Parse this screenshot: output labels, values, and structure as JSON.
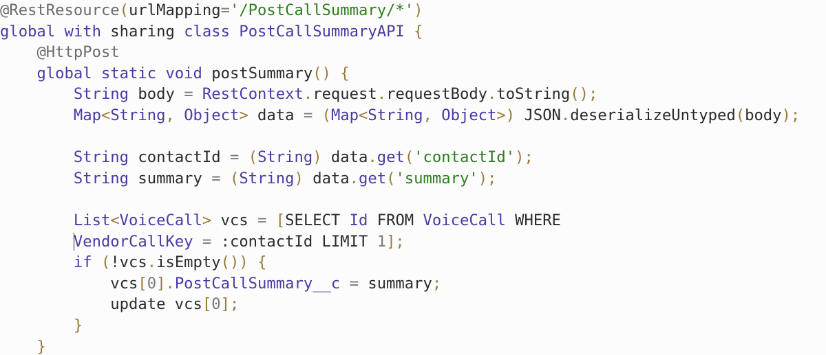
{
  "code": {
    "lines": [
      [
        [
          "anno",
          "@RestResource"
        ],
        [
          "punc",
          "("
        ],
        [
          "id",
          "urlMapping"
        ],
        [
          "op",
          "="
        ],
        [
          "str",
          "'/PostCallSummary/*'"
        ],
        [
          "punc",
          ")"
        ]
      ],
      [
        [
          "kw",
          "global"
        ],
        [
          "id",
          " "
        ],
        [
          "kw",
          "with"
        ],
        [
          "id",
          " sharing "
        ],
        [
          "kw",
          "class"
        ],
        [
          "id",
          " "
        ],
        [
          "type",
          "PostCallSummaryAPI"
        ],
        [
          "id",
          " "
        ],
        [
          "punc",
          "{"
        ]
      ],
      [
        [
          "id",
          "    "
        ],
        [
          "anno",
          "@HttpPost"
        ]
      ],
      [
        [
          "id",
          "    "
        ],
        [
          "kw",
          "global"
        ],
        [
          "id",
          " "
        ],
        [
          "kw",
          "static"
        ],
        [
          "id",
          " "
        ],
        [
          "kw",
          "void"
        ],
        [
          "id",
          " postSummary"
        ],
        [
          "punc",
          "()"
        ],
        [
          "id",
          " "
        ],
        [
          "punc",
          "{"
        ]
      ],
      [
        [
          "id",
          "        "
        ],
        [
          "type",
          "String"
        ],
        [
          "id",
          " body "
        ],
        [
          "op",
          "="
        ],
        [
          "id",
          " "
        ],
        [
          "type",
          "RestContext"
        ],
        [
          "punc",
          "."
        ],
        [
          "id",
          "request"
        ],
        [
          "punc",
          "."
        ],
        [
          "id",
          "requestBody"
        ],
        [
          "punc",
          "."
        ],
        [
          "id",
          "toString"
        ],
        [
          "punc",
          "();"
        ]
      ],
      [
        [
          "id",
          "        "
        ],
        [
          "type",
          "Map"
        ],
        [
          "punc",
          "<"
        ],
        [
          "type",
          "String"
        ],
        [
          "punc",
          ","
        ],
        [
          "id",
          " "
        ],
        [
          "type",
          "Object"
        ],
        [
          "punc",
          ">"
        ],
        [
          "id",
          " data "
        ],
        [
          "op",
          "="
        ],
        [
          "id",
          " "
        ],
        [
          "punc",
          "("
        ],
        [
          "type",
          "Map"
        ],
        [
          "punc",
          "<"
        ],
        [
          "type",
          "String"
        ],
        [
          "punc",
          ","
        ],
        [
          "id",
          " "
        ],
        [
          "type",
          "Object"
        ],
        [
          "punc",
          ">)"
        ],
        [
          "id",
          " JSON"
        ],
        [
          "punc",
          "."
        ],
        [
          "id",
          "deserializeUntyped"
        ],
        [
          "punc",
          "("
        ],
        [
          "id",
          "body"
        ],
        [
          "punc",
          ");"
        ]
      ],
      [],
      [
        [
          "id",
          "        "
        ],
        [
          "type",
          "String"
        ],
        [
          "id",
          " contactId "
        ],
        [
          "op",
          "="
        ],
        [
          "id",
          " "
        ],
        [
          "punc",
          "("
        ],
        [
          "type",
          "String"
        ],
        [
          "punc",
          ")"
        ],
        [
          "id",
          " data"
        ],
        [
          "punc",
          "."
        ],
        [
          "kw",
          "get"
        ],
        [
          "punc",
          "("
        ],
        [
          "str",
          "'contactId'"
        ],
        [
          "punc",
          ");"
        ]
      ],
      [
        [
          "id",
          "        "
        ],
        [
          "type",
          "String"
        ],
        [
          "id",
          " summary "
        ],
        [
          "op",
          "="
        ],
        [
          "id",
          " "
        ],
        [
          "punc",
          "("
        ],
        [
          "type",
          "String"
        ],
        [
          "punc",
          ")"
        ],
        [
          "id",
          " data"
        ],
        [
          "punc",
          "."
        ],
        [
          "kw",
          "get"
        ],
        [
          "punc",
          "("
        ],
        [
          "str",
          "'summary'"
        ],
        [
          "punc",
          ");"
        ]
      ],
      [],
      [
        [
          "id",
          "        "
        ],
        [
          "type",
          "List"
        ],
        [
          "punc",
          "<"
        ],
        [
          "type",
          "VoiceCall"
        ],
        [
          "punc",
          ">"
        ],
        [
          "id",
          " vcs "
        ],
        [
          "op",
          "="
        ],
        [
          "id",
          " "
        ],
        [
          "punc",
          "["
        ],
        [
          "id",
          "SELECT "
        ],
        [
          "type",
          "Id"
        ],
        [
          "id",
          " FROM "
        ],
        [
          "type",
          "VoiceCall"
        ],
        [
          "id",
          " WHERE"
        ]
      ],
      [
        [
          "id",
          "        "
        ],
        [
          "caret",
          ""
        ],
        [
          "type",
          "VendorCallKey"
        ],
        [
          "id",
          " "
        ],
        [
          "op",
          "="
        ],
        [
          "id",
          " :contactId LIMIT "
        ],
        [
          "num",
          "1"
        ],
        [
          "punc",
          "];"
        ]
      ],
      [
        [
          "id",
          "        "
        ],
        [
          "kw",
          "if"
        ],
        [
          "id",
          " "
        ],
        [
          "punc",
          "("
        ],
        [
          "id",
          "!vcs"
        ],
        [
          "punc",
          "."
        ],
        [
          "id",
          "isEmpty"
        ],
        [
          "punc",
          "())"
        ],
        [
          "id",
          " "
        ],
        [
          "punc",
          "{"
        ]
      ],
      [
        [
          "id",
          "            vcs"
        ],
        [
          "punc",
          "["
        ],
        [
          "num",
          "0"
        ],
        [
          "punc",
          "]."
        ],
        [
          "type",
          "PostCallSummary__c"
        ],
        [
          "id",
          " "
        ],
        [
          "op",
          "="
        ],
        [
          "id",
          " summary"
        ],
        [
          "punc",
          ";"
        ]
      ],
      [
        [
          "id",
          "            update vcs"
        ],
        [
          "punc",
          "["
        ],
        [
          "num",
          "0"
        ],
        [
          "punc",
          "];"
        ]
      ],
      [
        [
          "id",
          "        "
        ],
        [
          "punc",
          "}"
        ]
      ],
      [
        [
          "id",
          "    "
        ],
        [
          "punc",
          "}"
        ]
      ]
    ]
  }
}
